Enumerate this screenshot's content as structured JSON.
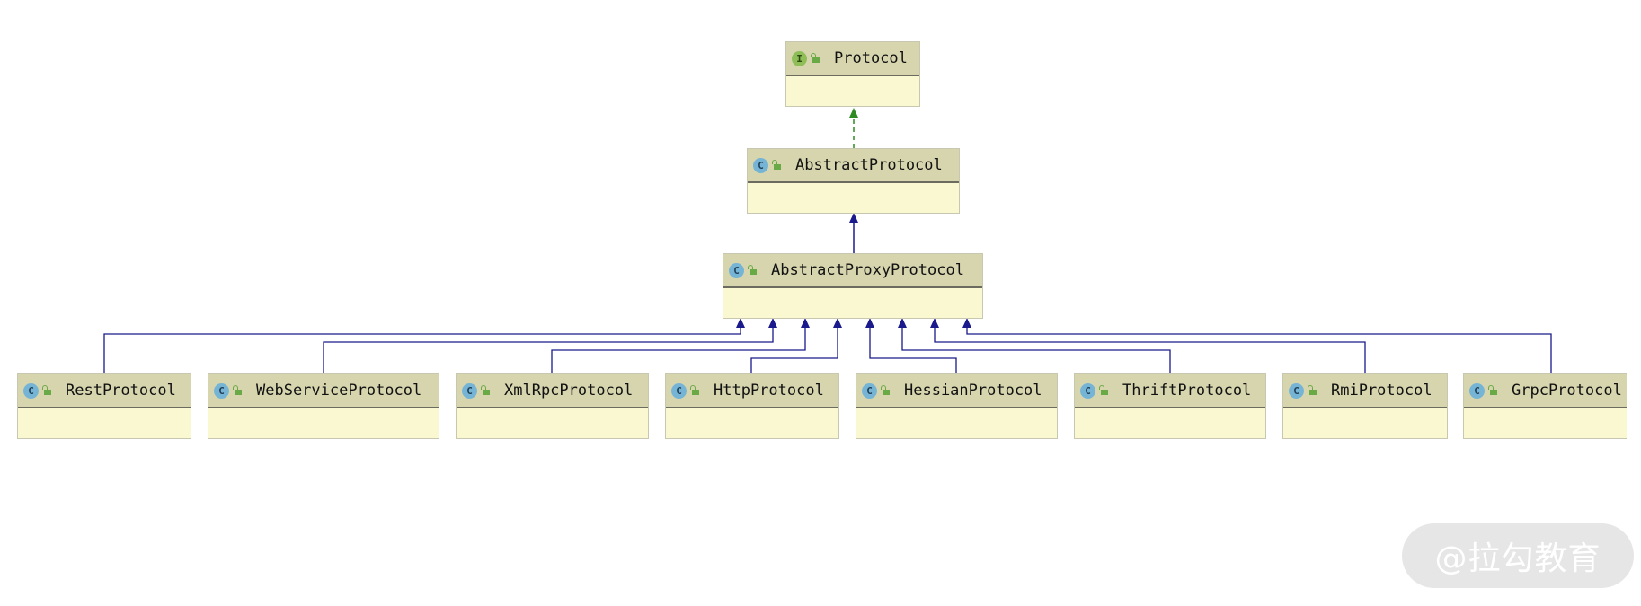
{
  "diagram": {
    "root": {
      "kind": "I",
      "name": "Protocol"
    },
    "abstract": {
      "kind": "C",
      "name": "AbstractProtocol"
    },
    "proxy": {
      "kind": "C",
      "name": "AbstractProxyProtocol"
    },
    "implementations": [
      {
        "kind": "C",
        "name": "RestProtocol"
      },
      {
        "kind": "C",
        "name": "WebServiceProtocol"
      },
      {
        "kind": "C",
        "name": "XmlRpcProtocol"
      },
      {
        "kind": "C",
        "name": "HttpProtocol"
      },
      {
        "kind": "C",
        "name": "HessianProtocol"
      },
      {
        "kind": "C",
        "name": "ThriftProtocol"
      },
      {
        "kind": "C",
        "name": "RmiProtocol"
      },
      {
        "kind": "C",
        "name": "GrpcProtocol"
      }
    ],
    "colors": {
      "realization_arrow": "#2e8b22",
      "inheritance_arrow": "#1a1a8c",
      "header_bg": "#d6d5ae",
      "body_bg": "#f9f8d1"
    }
  },
  "watermark": "@拉勾教育"
}
